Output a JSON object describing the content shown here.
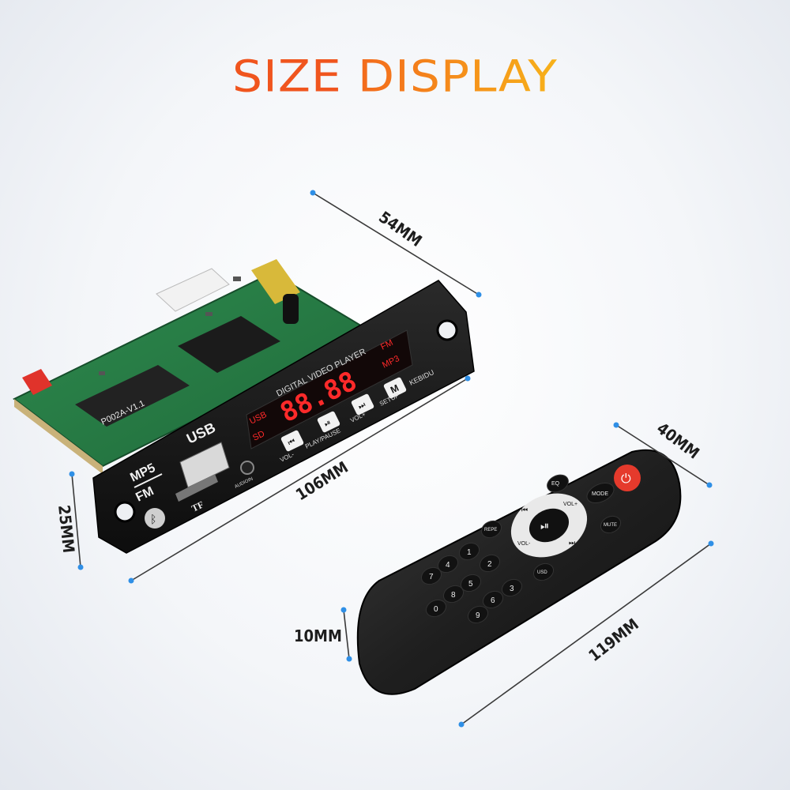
{
  "title": {
    "word1": "SIZE",
    "word2": "DISPLAY"
  },
  "dimensions": {
    "board_depth": "54MM",
    "board_length": "106MM",
    "board_height": "25MM",
    "remote_width": "40MM",
    "remote_length": "119MM",
    "remote_thickness": "10MM"
  },
  "panel": {
    "heading": "DIGITAL VIDEO PLAYER",
    "usb_label": "USB",
    "tf_label": "TF",
    "mp5_label": "MP5",
    "fm_label": "FM",
    "audio_label": "AUDIOIN",
    "brand": "KEBIDU",
    "display_digits": "88.88",
    "display_usb": "USB",
    "display_sd": "SD",
    "display_fm": "FM",
    "display_mp3": "MP3",
    "buttons": [
      "VOL-",
      "PLAY/PAUSE",
      "VOL+",
      "SETUP"
    ],
    "pcb_text": "P002A-V1.1"
  },
  "remote": {
    "keys": [
      "1",
      "2",
      "3",
      "4",
      "5",
      "6",
      "7",
      "8",
      "9",
      "0"
    ],
    "labels": {
      "eq": "EQ",
      "mode": "MODE",
      "rept": "REPE",
      "mute": "MUTE",
      "usd": "USD",
      "vol_plus": "VOL+",
      "vol_minus": "VOL-"
    }
  },
  "colors": {
    "accent_orange": "#f0551e",
    "accent_yellow": "#f7b21a",
    "dimension_dot": "#2f8fe6",
    "power_red": "#e53a2c",
    "display_red": "#ff2a2a"
  }
}
